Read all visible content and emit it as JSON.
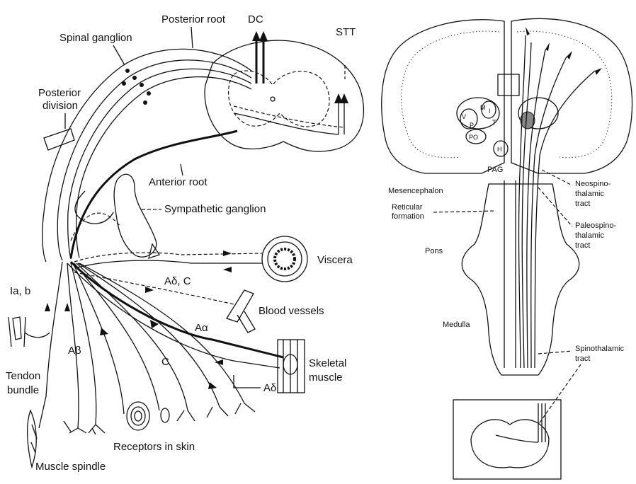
{
  "left_panel": {
    "labels": {
      "posterior_root": "Posterior root",
      "dc": "DC",
      "stt": "STT",
      "spinal_ganglion": "Spinal ganglion",
      "posterior_division_1": "Posterior",
      "posterior_division_2": "division",
      "anterior_root": "Anterior root",
      "sympathetic_ganglion": "Sympathetic ganglion",
      "viscera": "Viscera",
      "a_delta_c": "Aδ, C",
      "blood_vessels": "Blood vessels",
      "ia_b": "Ia, b",
      "a_alpha": "Aα",
      "skeletal_muscle_1": "Skeletal",
      "skeletal_muscle_2": "muscle",
      "a_beta": "Aβ",
      "c": "C",
      "a_delta": "Aδ",
      "tendon_bundle_1": "Tendon",
      "tendon_bundle_2": "bundle",
      "receptors_in_skin": "Receptors in skin",
      "muscle_spindle": "Muscle spindle"
    }
  },
  "right_panel": {
    "labels": {
      "mesencephalon": "Mesencephalon",
      "reticular_formation_1": "Reticular",
      "reticular_formation_2": "formation",
      "pag": "PAG",
      "pons": "Pons",
      "medulla": "Medulla",
      "neospino_1": "Neospino-",
      "neospino_2": "thalamic",
      "neospino_3": "tract",
      "paleospino_1": "Paleospino-",
      "paleospino_2": "thalamic",
      "paleospino_3": "tract",
      "spinothalamic_1": "Spinothalamic",
      "spinothalamic_2": "tract",
      "nuclei": {
        "m": "M",
        "i": "I",
        "t": "T",
        "v": "V",
        "p": "P",
        "po": "PO",
        "h": "H"
      }
    }
  },
  "colors": {
    "ink": "#111111",
    "background": "#ffffff",
    "shading": "#bdbdbd"
  }
}
